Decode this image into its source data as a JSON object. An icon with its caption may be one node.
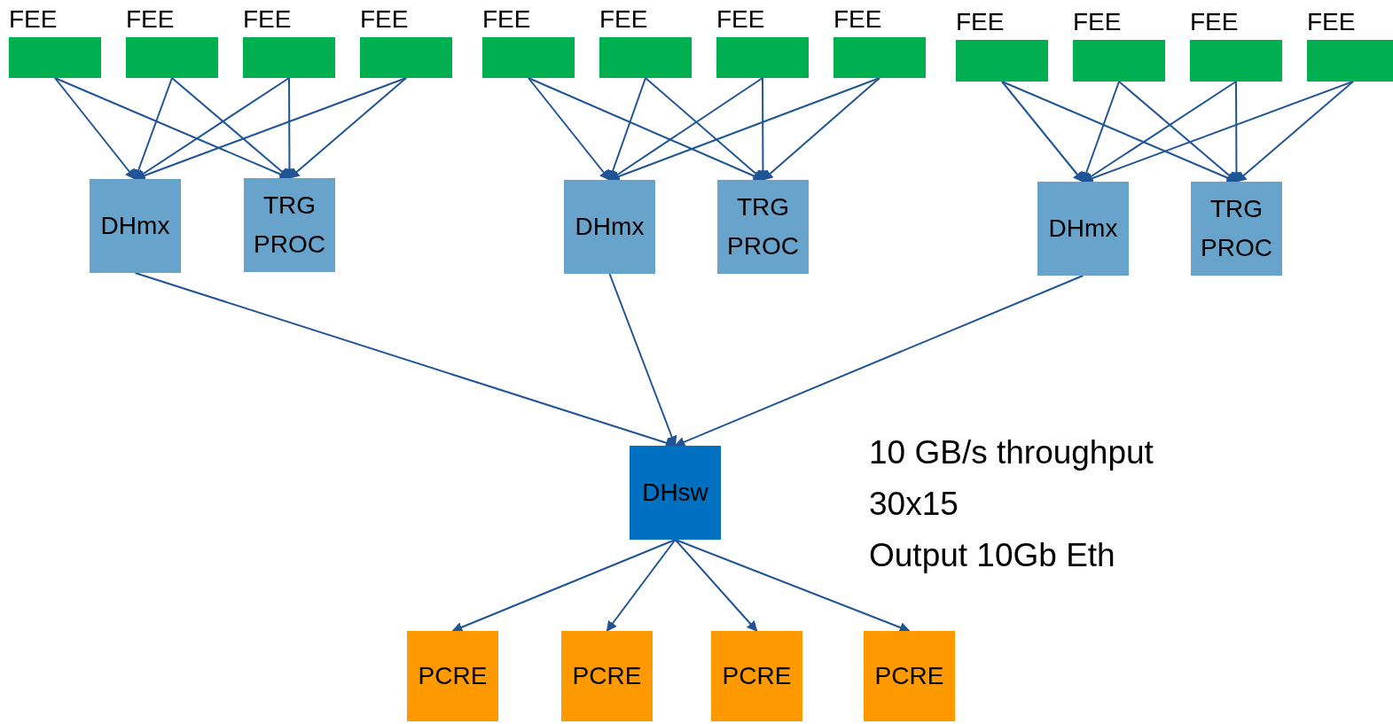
{
  "diagram": {
    "nodes": [
      {
        "text": [
          "FEE"
        ]
      },
      {
        "text": [
          "FEE"
        ]
      },
      {
        "text": [
          "FEE"
        ]
      },
      {
        "text": [
          "FEE"
        ]
      },
      {
        "text": [
          "FEE"
        ]
      },
      {
        "text": [
          "FEE"
        ]
      },
      {
        "text": [
          "FEE"
        ]
      },
      {
        "text": [
          "FEE"
        ]
      },
      {
        "text": [
          "FEE"
        ]
      },
      {
        "text": [
          "FEE"
        ]
      },
      {
        "text": [
          "FEE"
        ]
      },
      {
        "text": [
          "FEE"
        ]
      },
      {
        "text": [
          "DHmx"
        ]
      },
      {
        "text": [
          "TRG PROC"
        ]
      },
      {
        "text": [
          "DHmx"
        ]
      },
      {
        "text": [
          "TRG PROC"
        ]
      },
      {
        "text": [
          "DHmx"
        ]
      },
      {
        "text": [
          "TRG PROC"
        ]
      },
      {
        "text": [
          "DHsw"
        ]
      },
      {
        "text": [
          "PCRE"
        ]
      },
      {
        "text": [
          "PCRE"
        ]
      },
      {
        "text": [
          "PCRE"
        ]
      },
      {
        "text": [
          "PCRE"
        ]
      }
    ],
    "edges": [
      {
        "from": 0,
        "to": 12,
        "arrow": "to"
      },
      {
        "from": 0,
        "to": 13,
        "arrow": "to"
      },
      {
        "from": 1,
        "to": 12,
        "arrow": "to"
      },
      {
        "from": 1,
        "to": 13,
        "arrow": "to"
      },
      {
        "from": 2,
        "to": 12,
        "arrow": "to"
      },
      {
        "from": 2,
        "to": 13,
        "arrow": "to"
      },
      {
        "from": 3,
        "to": 12,
        "arrow": "to"
      },
      {
        "from": 3,
        "to": 13,
        "arrow": "to"
      },
      {
        "from": 4,
        "to": 14,
        "arrow": "to"
      },
      {
        "from": 4,
        "to": 15,
        "arrow": "to"
      },
      {
        "from": 5,
        "to": 14,
        "arrow": "to"
      },
      {
        "from": 5,
        "to": 15,
        "arrow": "to"
      },
      {
        "from": 6,
        "to": 14,
        "arrow": "to"
      },
      {
        "from": 6,
        "to": 15,
        "arrow": "to"
      },
      {
        "from": 7,
        "to": 14,
        "arrow": "to"
      },
      {
        "from": 7,
        "to": 15,
        "arrow": "to"
      },
      {
        "from": 8,
        "to": 16,
        "arrow": "to"
      },
      {
        "from": 8,
        "to": 17,
        "arrow": "to"
      },
      {
        "from": 9,
        "to": 16,
        "arrow": "to"
      },
      {
        "from": 9,
        "to": 17,
        "arrow": "to"
      },
      {
        "from": 10,
        "to": 16,
        "arrow": "to"
      },
      {
        "from": 10,
        "to": 17,
        "arrow": "to"
      },
      {
        "from": 11,
        "to": 16,
        "arrow": "to"
      },
      {
        "from": 11,
        "to": 17,
        "arrow": "to"
      },
      {
        "from": 12,
        "to": 18,
        "arrow": "to"
      },
      {
        "from": 14,
        "to": 18,
        "arrow": "to"
      },
      {
        "from": 16,
        "to": 18,
        "arrow": "to"
      },
      {
        "from": 18,
        "to": 19,
        "arrow": "to"
      },
      {
        "from": 18,
        "to": 20,
        "arrow": "to"
      },
      {
        "from": 18,
        "to": 21,
        "arrow": "to"
      },
      {
        "from": 18,
        "to": 22,
        "arrow": "to"
      }
    ],
    "labels": [
      "10 GB/s throughput",
      "30x15",
      "Output 10Gb Eth"
    ]
  }
}
